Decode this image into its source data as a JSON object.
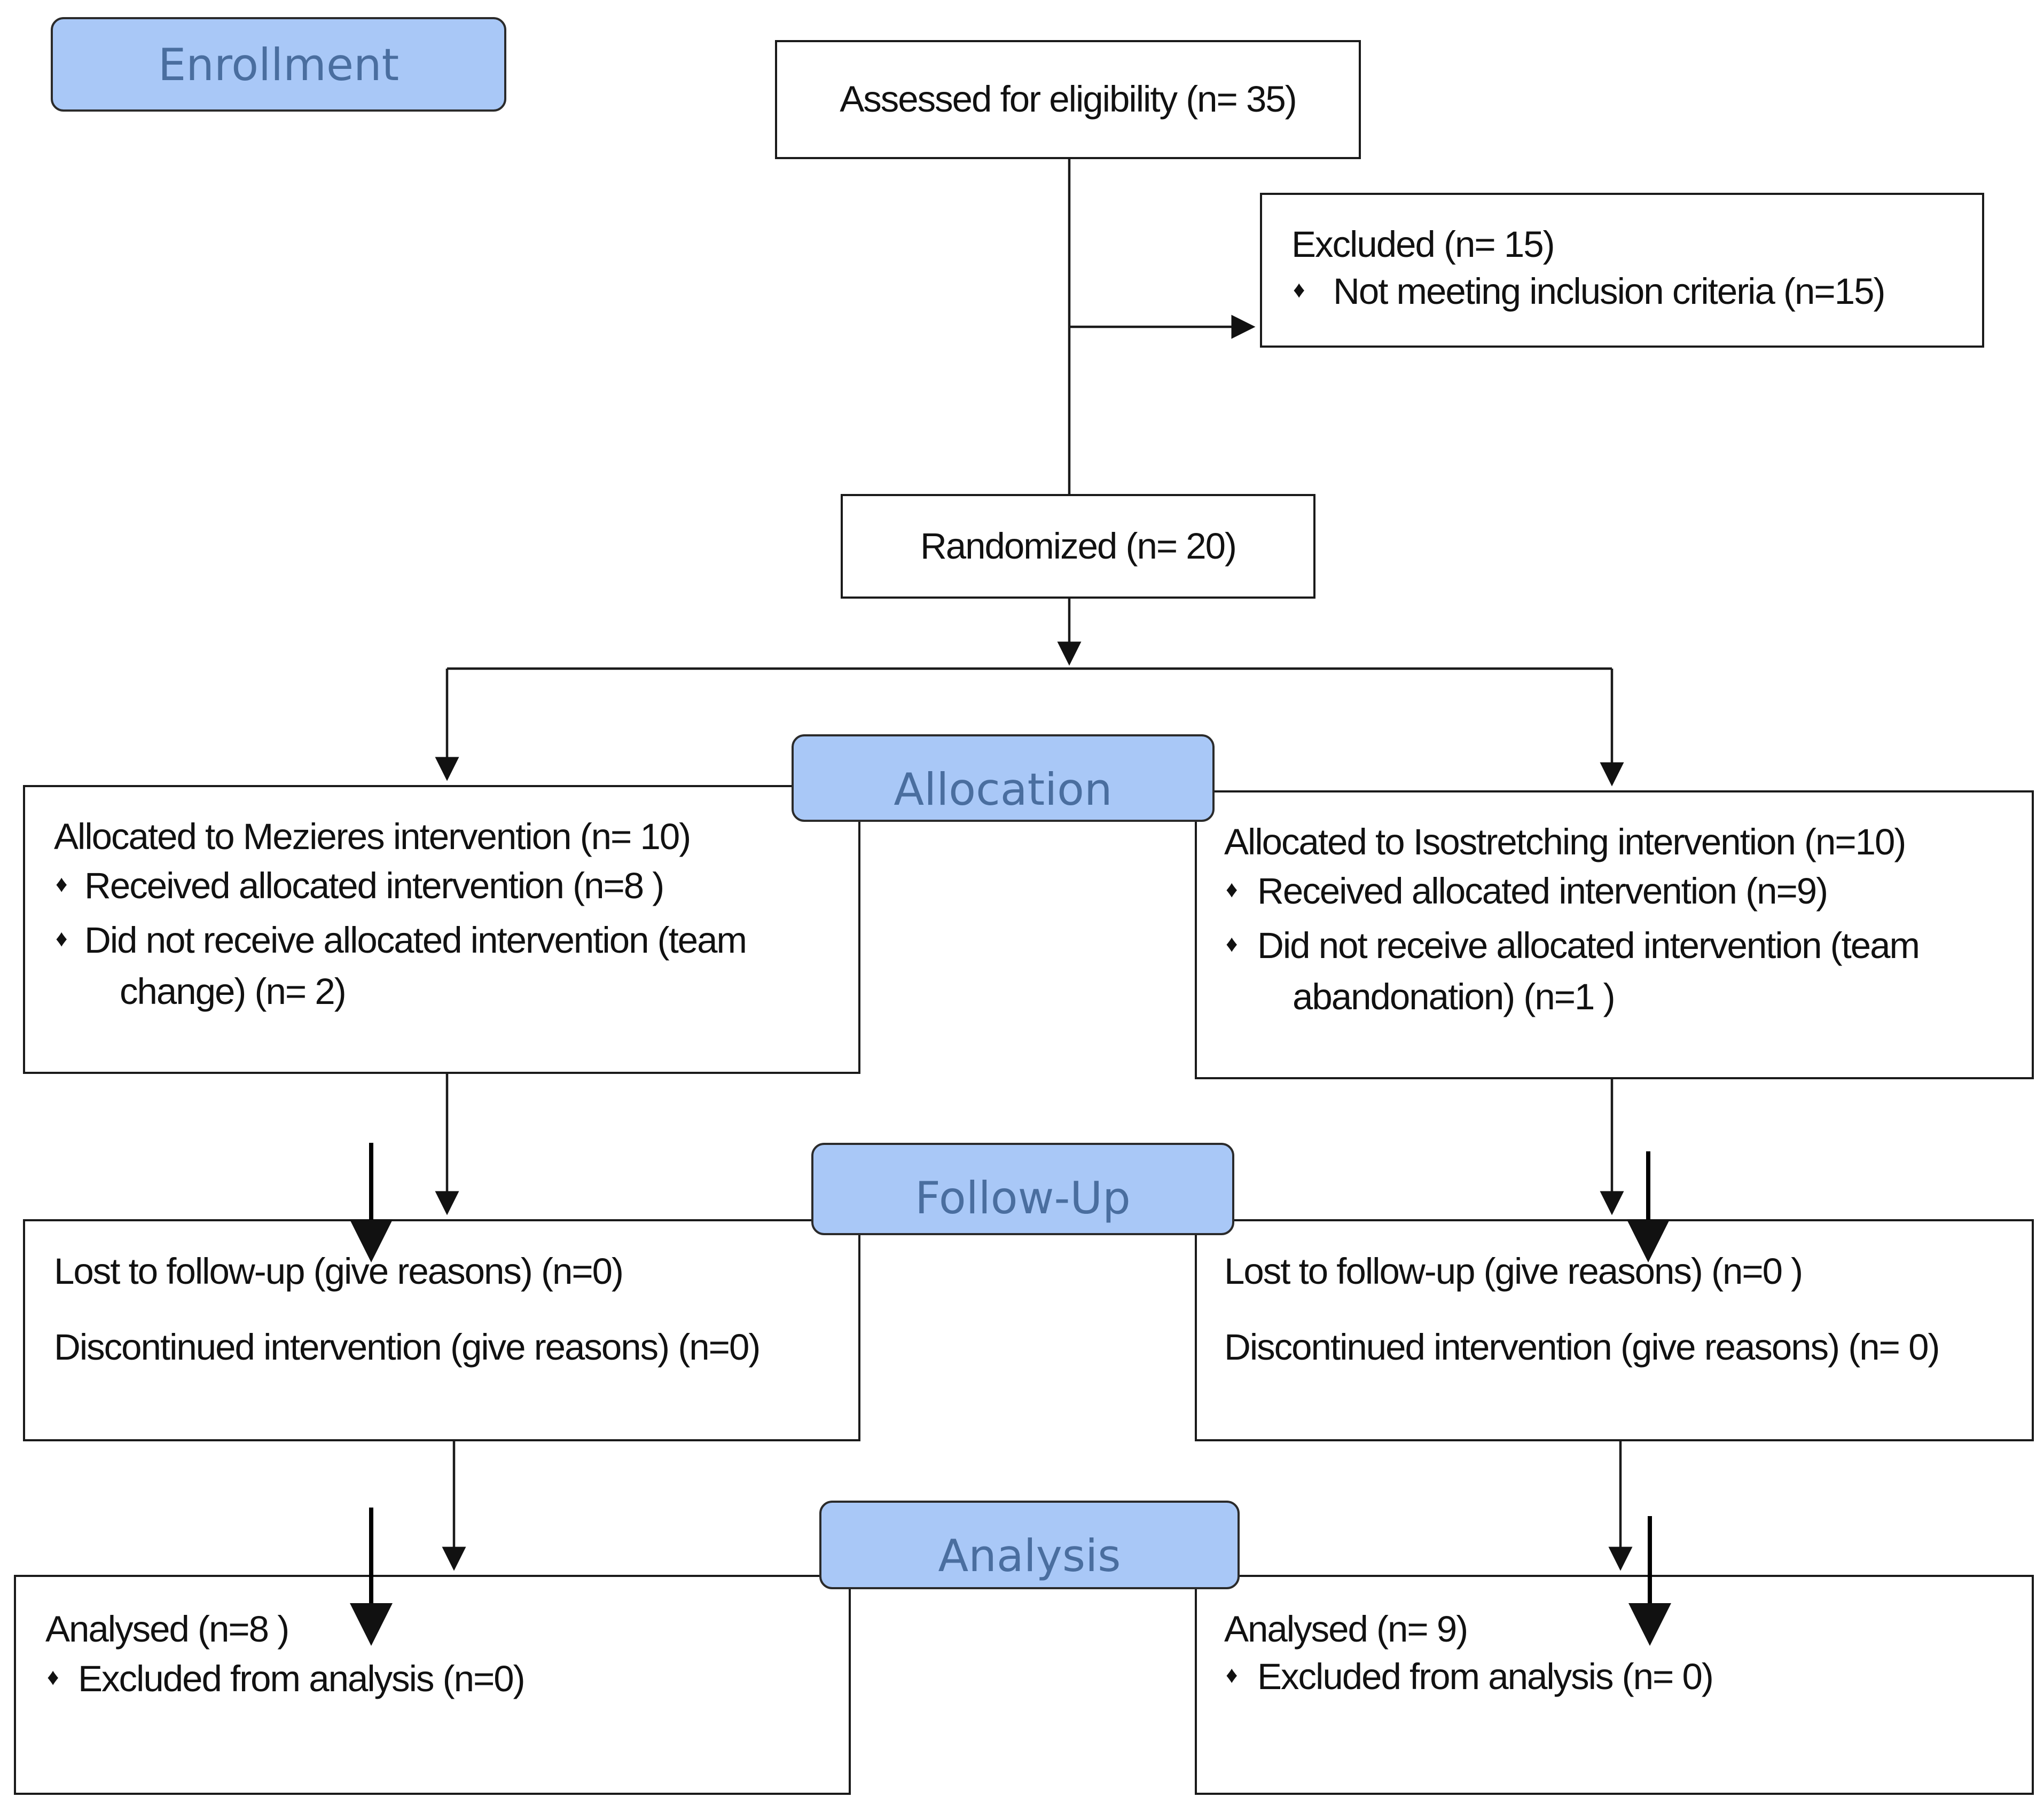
{
  "stages": {
    "enrollment": "Enrollment",
    "allocation": "Allocation",
    "follow_up": "Follow-Up",
    "analysis": "Analysis"
  },
  "assessed": "Assessed for eligibility (n= 35)",
  "excluded": {
    "title": "Excluded  (n= 15)",
    "reasons": [
      "Not meeting inclusion criteria (n=15)"
    ]
  },
  "randomized": "Randomized  (n= 20)",
  "bullet_symbol": "♦",
  "left_arm": {
    "allocation": {
      "title": "Allocated to Mezieres intervention (n= 10)",
      "received": "Received allocated intervention (n=8 )",
      "not_received": "Did not receive allocated intervention (team",
      "not_received_cont": "change) (n= 2)"
    },
    "follow_up": {
      "lost": "Lost to follow-up (give reasons) (n=0)",
      "discontinued": "Discontinued intervention (give reasons) (n=0)"
    },
    "analysis": {
      "analysed": "Analysed  (n=8 )",
      "excluded": "Excluded from analysis (n=0)"
    }
  },
  "right_arm": {
    "allocation": {
      "title": "Allocated to Isostretching intervention (n=10)",
      "received": "Received allocated intervention (n=9)",
      "not_received": "Did not receive allocated intervention (team",
      "not_received_cont": "abandonation)  (n=1 )"
    },
    "follow_up": {
      "lost": "Lost to follow-up (give reasons) (n=0 )",
      "discontinued": "Discontinued intervention (give reasons) (n= 0)"
    },
    "analysis": {
      "analysed": "Analysed  (n= 9)",
      "excluded": "Excluded from analysis (n= 0)"
    }
  }
}
